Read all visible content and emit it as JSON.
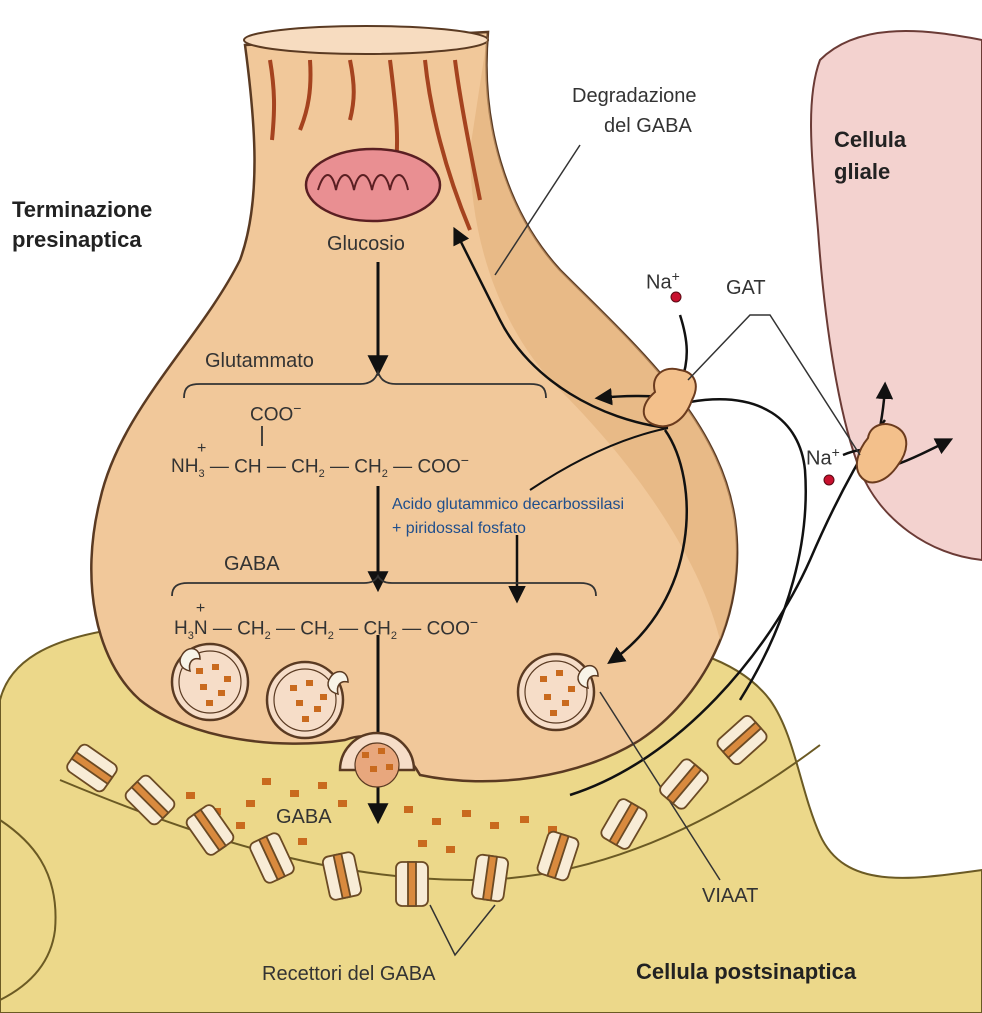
{
  "labels": {
    "presynaptic_1": "Terminazione",
    "presynaptic_2": "presinaptica",
    "degradation_1": "Degradazione",
    "degradation_2": "del GABA",
    "glial_1": "Cellula",
    "glial_2": "gliale",
    "glucose": "Glucosio",
    "glutamate": "Glutammato",
    "enzyme_1": "Acido glutammico decarbossilasi",
    "enzyme_2": "+ piridossal fosfato",
    "gaba_top": "GABA",
    "gaba_cleft": "GABA",
    "gat": "GAT",
    "na_1": "Na",
    "na_2": "Na",
    "plus": "+",
    "viaat": "VIAAT",
    "receptors": "Recettori del GABA",
    "postsynaptic": "Cellula postsinaptica"
  },
  "formulas": {
    "coo_top": "COO",
    "minus": "−",
    "nh3": "NH",
    "h3n": "H",
    "n": "N",
    "ch": "CH",
    "ch2": "CH",
    "coo": "COO",
    "sub2": "2",
    "sub3": "3",
    "bond": "—"
  },
  "colors": {
    "terminal": "#f1c89a",
    "terminal_edge": "#5a3a22",
    "post": "#ecd88a",
    "glial": "#f3d2cf",
    "vesicle_fill": "#f6ddc8",
    "gaba_dot": "#c96a1e",
    "enzyme_text": "#1f4e8c",
    "mito": "#e98f92"
  }
}
